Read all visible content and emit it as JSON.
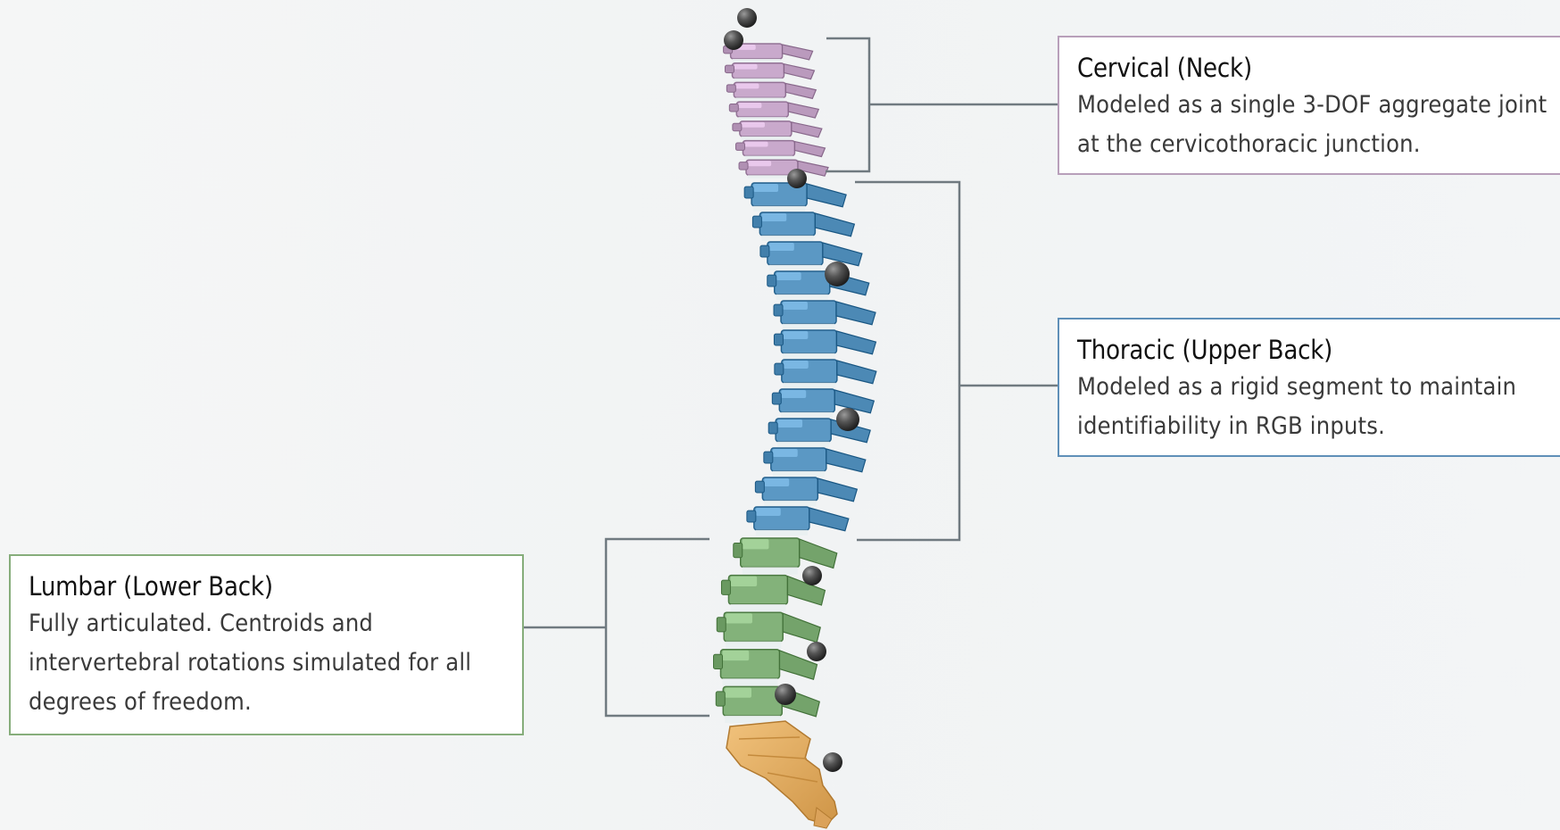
{
  "sections": {
    "cervical": {
      "title": "Cervical (Neck)",
      "description": "Modeled as a single 3-DOF aggregate joint at the cervicothoracic junction.",
      "color": "#c9a9cc",
      "border_color": "#b89fba"
    },
    "thoracic": {
      "title": "Thoracic (Upper Back)",
      "description": "Modeled as a rigid segment to maintain identifiability in RGB inputs.",
      "color": "#5b98c4",
      "border_color": "#5f8fb8"
    },
    "lumbar": {
      "title": "Lumbar (Lower Back)",
      "description": "Fully articulated. Centroids and intervertebral rotations simulated for all degrees of freedom.",
      "color": "#83b27a",
      "border_color": "#86ad7b"
    },
    "sacrum": {
      "color": "#eab56c"
    }
  },
  "colors": {
    "background": "#f2f4f5",
    "bracket": "#707a80",
    "joint_marker": "#444444"
  }
}
